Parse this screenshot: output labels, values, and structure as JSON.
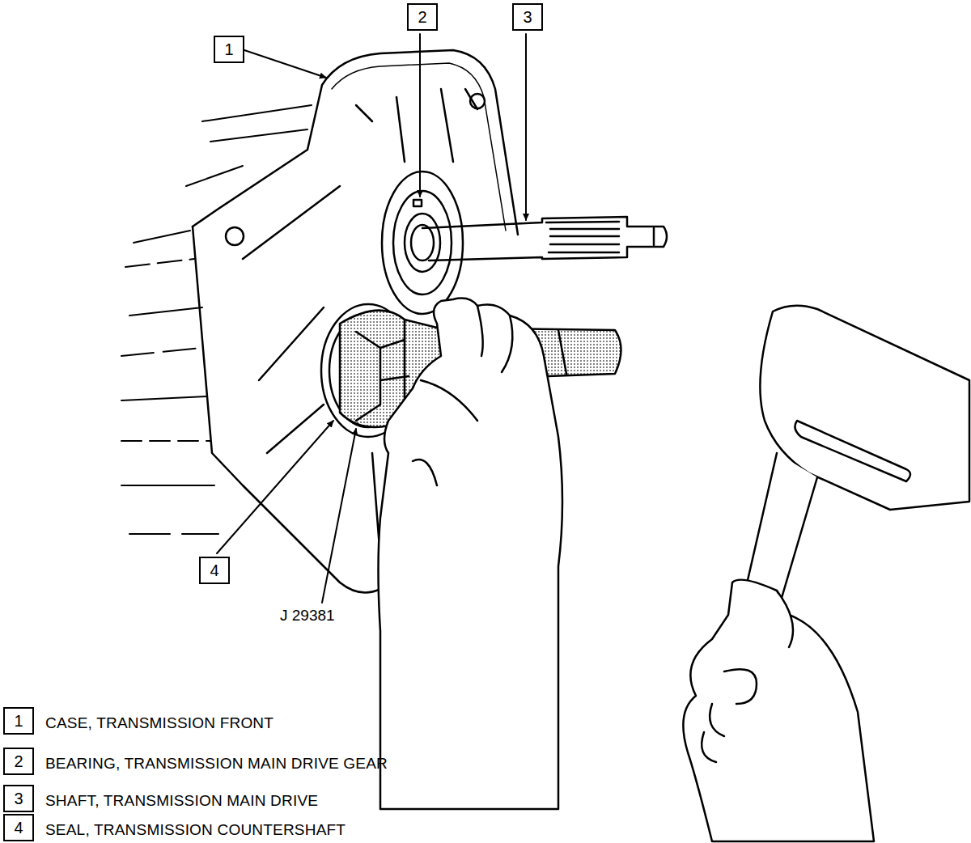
{
  "diagram": {
    "nodes": [
      {
        "text": [
          "2"
        ]
      },
      {
        "text": [
          "3"
        ]
      },
      {
        "text": [
          "1"
        ]
      },
      {
        "text": [
          "4"
        ]
      },
      {
        "text": [
          "1",
          "CASE, TRANSMISSION FRONT"
        ]
      },
      {
        "text": [
          "2",
          "BEARING, TRANSMISSION MAIN DRIVE GEAR"
        ]
      },
      {
        "text": [
          "3",
          "SHAFT, TRANSMISSION MAIN DRIVE"
        ]
      },
      {
        "text": [
          "4",
          "SEAL, TRANSMISSION COUNTERSHAFT"
        ]
      }
    ],
    "labels": [
      "J 29381"
    ]
  }
}
